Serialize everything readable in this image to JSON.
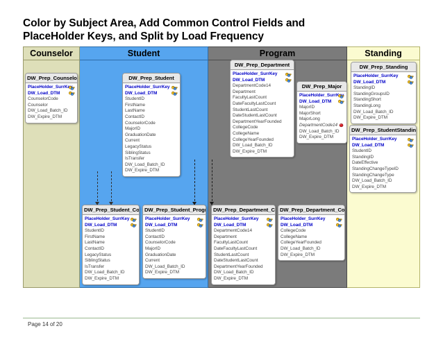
{
  "slide": {
    "title_line1": "Color by Subject Area, Add Common Control Fields and",
    "title_line2": "PlaceHolder Keys, and Split by Load Frequency",
    "footer": "Page 14 of 20"
  },
  "colors": {
    "counselor": "#dedfb9",
    "student": "#56a5ef",
    "program": "#7b7b7b",
    "standing": "#fbfbd0",
    "key_field_text": "#0000c8",
    "entity_header": "#e8e8e8",
    "footer_rule": "#9ab98f"
  },
  "bands": [
    {
      "name": "counselor",
      "label": "Counselor"
    },
    {
      "name": "student",
      "label": "Student"
    },
    {
      "name": "program",
      "label": "Program"
    },
    {
      "name": "standing",
      "label": "Standing"
    }
  ],
  "entities": {
    "counselor": {
      "title": "DW_Prep_Counselor",
      "fields": [
        {
          "name": "PlaceHolder_SurrKey",
          "type": "key"
        },
        {
          "name": "DW_Load_DTM",
          "type": "key"
        },
        {
          "name": "CounselorCode",
          "type": "plain"
        },
        {
          "name": "Counselor",
          "type": "plain"
        },
        {
          "name": "DW_Load_Batch_ID",
          "type": "plain"
        },
        {
          "name": "DW_Expire_DTM",
          "type": "plain"
        }
      ]
    },
    "student": {
      "title": "DW_Prep_Student",
      "fields": [
        {
          "name": "PlaceHolder_SurrKey",
          "type": "key"
        },
        {
          "name": "DW_Load_DTM",
          "type": "key"
        },
        {
          "name": "StudentID",
          "type": "plain"
        },
        {
          "name": "FirstName",
          "type": "plain"
        },
        {
          "name": "LastName",
          "type": "plain"
        },
        {
          "name": "ContactID",
          "type": "plain"
        },
        {
          "name": "CounselorCode",
          "type": "plain"
        },
        {
          "name": "MajorID",
          "type": "plain"
        },
        {
          "name": "GraduationDate",
          "type": "plain"
        },
        {
          "name": "Current",
          "type": "plain"
        },
        {
          "name": "LegacyStatus",
          "type": "plain"
        },
        {
          "name": "SiblingStatus",
          "type": "plain"
        },
        {
          "name": "IsTransfer",
          "type": "plain"
        },
        {
          "name": "DW_Load_Batch_ID",
          "type": "plain"
        },
        {
          "name": "DW_Expire_DTM",
          "type": "plain"
        }
      ]
    },
    "department": {
      "title": "DW_Prep_Department",
      "fields": [
        {
          "name": "PlaceHolder_SurrKey",
          "type": "key"
        },
        {
          "name": "DW_Load_DTM",
          "type": "key"
        },
        {
          "name": "DepartmentCode14",
          "type": "plain"
        },
        {
          "name": "Department",
          "type": "plain"
        },
        {
          "name": "FacultyLastCount",
          "type": "plain"
        },
        {
          "name": "DateFacultyLastCount",
          "type": "plain"
        },
        {
          "name": "StudentLastCount",
          "type": "plain"
        },
        {
          "name": "DateStudentLastCount",
          "type": "plain"
        },
        {
          "name": "DepartmentYearFounded",
          "type": "plain"
        },
        {
          "name": "CollegeCode",
          "type": "plain"
        },
        {
          "name": "CollegeName",
          "type": "plain"
        },
        {
          "name": "CollegeYearFounded",
          "type": "plain"
        },
        {
          "name": "DW_Load_Batch_ID",
          "type": "plain"
        },
        {
          "name": "DW_Expire_DTM",
          "type": "plain"
        }
      ]
    },
    "major": {
      "title": "DW_Prep_Major",
      "fields": [
        {
          "name": "PlaceHolder_SurrKey",
          "type": "key"
        },
        {
          "name": "DW_Load_DTM",
          "type": "key"
        },
        {
          "name": "MajorID",
          "type": "plain"
        },
        {
          "name": "MajorShort",
          "type": "plain"
        },
        {
          "name": "MajorLong",
          "type": "plain"
        },
        {
          "name": "DepartmentCode14",
          "type": "fk"
        },
        {
          "name": "DW_Load_Batch_ID",
          "type": "plain"
        },
        {
          "name": "DW_Expire_DTM",
          "type": "plain"
        }
      ]
    },
    "standing": {
      "title": "DW_Prep_Standing",
      "fields": [
        {
          "name": "PlaceHolder_SurrKey",
          "type": "key"
        },
        {
          "name": "DW_Load_DTM",
          "type": "key"
        },
        {
          "name": "StandingID",
          "type": "plain"
        },
        {
          "name": "StandingGroupsID",
          "type": "plain"
        },
        {
          "name": "StandingShort",
          "type": "plain"
        },
        {
          "name": "StandingLong",
          "type": "plain"
        },
        {
          "name": "DW_Load_Batch_ID",
          "type": "plain"
        },
        {
          "name": "DW_Expire_DTM",
          "type": "plain"
        }
      ]
    },
    "student_standing": {
      "title": "DW_Prep_StudentStanding",
      "fields": [
        {
          "name": "PlaceHolder_SurrKey",
          "type": "key"
        },
        {
          "name": "DW_Load_DTM",
          "type": "key"
        },
        {
          "name": "StudentID",
          "type": "plain"
        },
        {
          "name": "StandingID",
          "type": "plain"
        },
        {
          "name": "DateEffective",
          "type": "plain"
        },
        {
          "name": "StandingChangeTypeID",
          "type": "plain"
        },
        {
          "name": "StandingChangeType",
          "type": "plain"
        },
        {
          "name": "DW_Load_Batch_ID",
          "type": "plain"
        },
        {
          "name": "DW_Expire_DTM",
          "type": "plain"
        }
      ]
    },
    "student_core": {
      "title": "DW_Prep_Student_Core",
      "fields": [
        {
          "name": "PlaceHolder_SurrKey",
          "type": "key"
        },
        {
          "name": "DW_Load_DTM",
          "type": "key"
        },
        {
          "name": "StudentID",
          "type": "plain"
        },
        {
          "name": "FirstName",
          "type": "plain"
        },
        {
          "name": "LastName",
          "type": "plain"
        },
        {
          "name": "ContactID",
          "type": "plain"
        },
        {
          "name": "LegacyStatus",
          "type": "plain"
        },
        {
          "name": "SiblingStatus",
          "type": "plain"
        },
        {
          "name": "IsTransfer",
          "type": "plain"
        },
        {
          "name": "DW_Load_Batch_ID",
          "type": "plain"
        },
        {
          "name": "DW_Expire_DTM",
          "type": "plain"
        }
      ]
    },
    "student_progress": {
      "title": "DW_Prep_Student_Progress",
      "fields": [
        {
          "name": "PlaceHolder_SurrKey",
          "type": "key"
        },
        {
          "name": "DW_Load_DTM",
          "type": "key"
        },
        {
          "name": "StudentID",
          "type": "plain"
        },
        {
          "name": "ContactID",
          "type": "plain"
        },
        {
          "name": "CounselorCode",
          "type": "plain"
        },
        {
          "name": "MajorID",
          "type": "plain"
        },
        {
          "name": "GraduationDate",
          "type": "plain"
        },
        {
          "name": "Current",
          "type": "plain"
        },
        {
          "name": "DW_Load_Batch_ID",
          "type": "plain"
        },
        {
          "name": "DW_Expire_DTM",
          "type": "plain"
        }
      ]
    },
    "department_core": {
      "title": "DW_Prep_Department_Core",
      "fields": [
        {
          "name": "PlaceHolder_SurrKey",
          "type": "key"
        },
        {
          "name": "DW_Load_DTM",
          "type": "key"
        },
        {
          "name": "DepartmentCode14",
          "type": "plain"
        },
        {
          "name": "Department",
          "type": "plain"
        },
        {
          "name": "FacultyLastCount",
          "type": "plain"
        },
        {
          "name": "DateFacultyLastCount",
          "type": "plain"
        },
        {
          "name": "StudentLastCount",
          "type": "plain"
        },
        {
          "name": "DateStudentLastCount",
          "type": "plain"
        },
        {
          "name": "DepartmentYearFounded",
          "type": "plain"
        },
        {
          "name": "DW_Load_Batch_ID",
          "type": "plain"
        },
        {
          "name": "DW_Expire_DTM",
          "type": "plain"
        }
      ]
    },
    "department_college": {
      "title": "DW_Prep_Department_College",
      "fields": [
        {
          "name": "PlaceHolder_SurrKey",
          "type": "key"
        },
        {
          "name": "DW_Load_DTM",
          "type": "key"
        },
        {
          "name": "CollegeCode",
          "type": "plain"
        },
        {
          "name": "CollegeName",
          "type": "plain"
        },
        {
          "name": "CollegeYearFounded",
          "type": "plain"
        },
        {
          "name": "DW_Load_Batch_ID",
          "type": "plain"
        },
        {
          "name": "DW_Expire_DTM",
          "type": "plain"
        }
      ]
    }
  },
  "icons": {
    "primary_key": "key-icon",
    "foreign_key": "foreign-key-icon",
    "arrow": "arrow-down-icon"
  }
}
